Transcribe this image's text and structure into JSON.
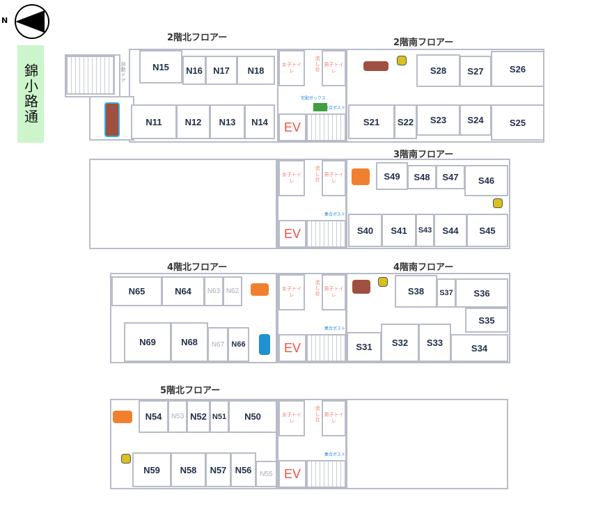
{
  "compass": {
    "north_label": "N",
    "icon": "north-arrow-icon"
  },
  "street": {
    "label": "錦小路通",
    "color": "#ccf5cc"
  },
  "common": {
    "women_toilet": "女子トイレ",
    "men_toilet": "男子トイレ",
    "sink": "流し台",
    "elevator": "EV",
    "mail_post": "集合ポスト",
    "delivery_box": "宅配ボックス",
    "auto_door": "自動ドア"
  },
  "floors": {
    "f2n": {
      "title": "2階北フロアー",
      "rooms": [
        "N15",
        "N16",
        "N17",
        "N18",
        "N11",
        "N12",
        "N13",
        "N14"
      ]
    },
    "f2s": {
      "title": "2階南フロアー",
      "rooms": [
        "S28",
        "S27",
        "S26",
        "S21",
        "S22",
        "S23",
        "S24",
        "S25"
      ]
    },
    "f3s": {
      "title": "3階南フロアー",
      "rooms": [
        "S49",
        "S48",
        "S47",
        "S46",
        "S40",
        "S41",
        "S43",
        "S44",
        "S45"
      ]
    },
    "f4n": {
      "title": "4階北フロアー",
      "rooms": [
        "N65",
        "N64",
        "N63",
        "N62",
        "N69",
        "N68",
        "N67",
        "N66"
      ]
    },
    "f4s": {
      "title": "4階南フロアー",
      "rooms": [
        "S38",
        "S37",
        "S36",
        "S35",
        "S31",
        "S32",
        "S33",
        "S34"
      ]
    },
    "f5n": {
      "title": "5階北フロアー",
      "rooms": [
        "N54",
        "N53",
        "N52",
        "N51",
        "N50",
        "N59",
        "N58",
        "N57",
        "N56",
        "N55"
      ]
    }
  },
  "colors": {
    "wall": "#b8bcc8",
    "room_text": "#22304a",
    "elevator": "#f05040",
    "toilet_text": "#f08070",
    "meeting_table": "#f08030"
  }
}
